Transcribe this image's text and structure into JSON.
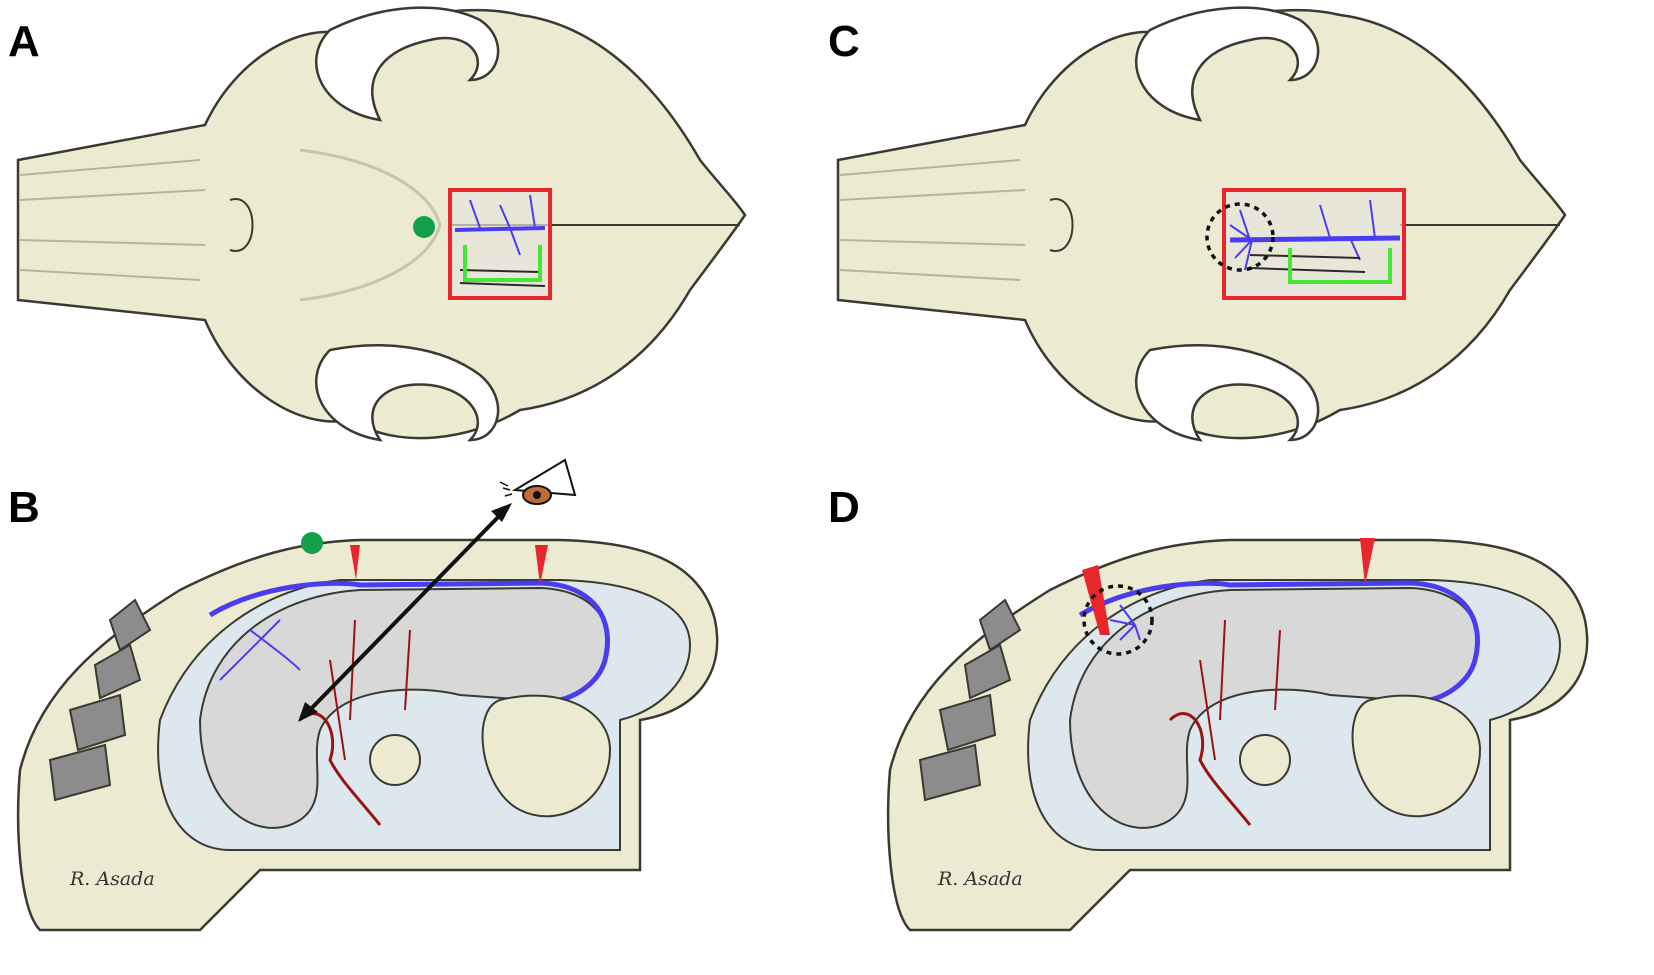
{
  "figure": {
    "panels": [
      {
        "id": "A",
        "label": "A",
        "view": "dorsal"
      },
      {
        "id": "B",
        "label": "B",
        "view": "sagittal"
      },
      {
        "id": "C",
        "label": "C",
        "view": "dorsal"
      },
      {
        "id": "D",
        "label": "D",
        "view": "sagittal"
      }
    ],
    "signature": "R. Asada"
  },
  "colors": {
    "bone": "#ecead0",
    "bone_shadow": "#d9d6b6",
    "outline": "#3a3a32",
    "craniotomy": "#e8262b",
    "dural_window": "#45e635",
    "vein": "#4a3df0",
    "artery": "#9a1212",
    "entry_marker": "#14a04a",
    "brain": "#d8d8d8",
    "csf": "#dce8ee",
    "sinus": "#8c8c8c"
  }
}
